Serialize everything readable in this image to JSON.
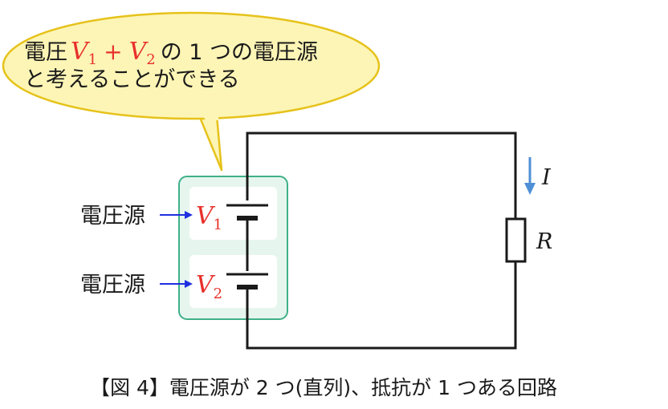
{
  "bubble": {
    "line1_prefix": "電圧",
    "line1_v1": "V",
    "line1_v1_sub": "1",
    "line1_plus": "+",
    "line1_v2": "V",
    "line1_v2_sub": "2",
    "line1_suffix": "の 1 つの電圧源",
    "line2": "と考えることができる"
  },
  "sources": [
    {
      "label": "電圧源",
      "symbol": "V",
      "sub": "1"
    },
    {
      "label": "電圧源",
      "symbol": "V",
      "sub": "2"
    }
  ],
  "current_label": "I",
  "resistor_label": "R",
  "caption": "【図 4】電圧源が 2 つ(直列)、抵抗が 1 つある回路",
  "colors": {
    "bubble_fill": "#fdf5b6",
    "bubble_stroke": "#e6c21a",
    "group_fill": "#e6f6ef",
    "group_stroke": "#3fb08a",
    "math_red": "#e8302a",
    "arrow_blue": "#1f2fe0",
    "current_arrow": "#4f8fd6",
    "wire": "#1a1a1a"
  }
}
